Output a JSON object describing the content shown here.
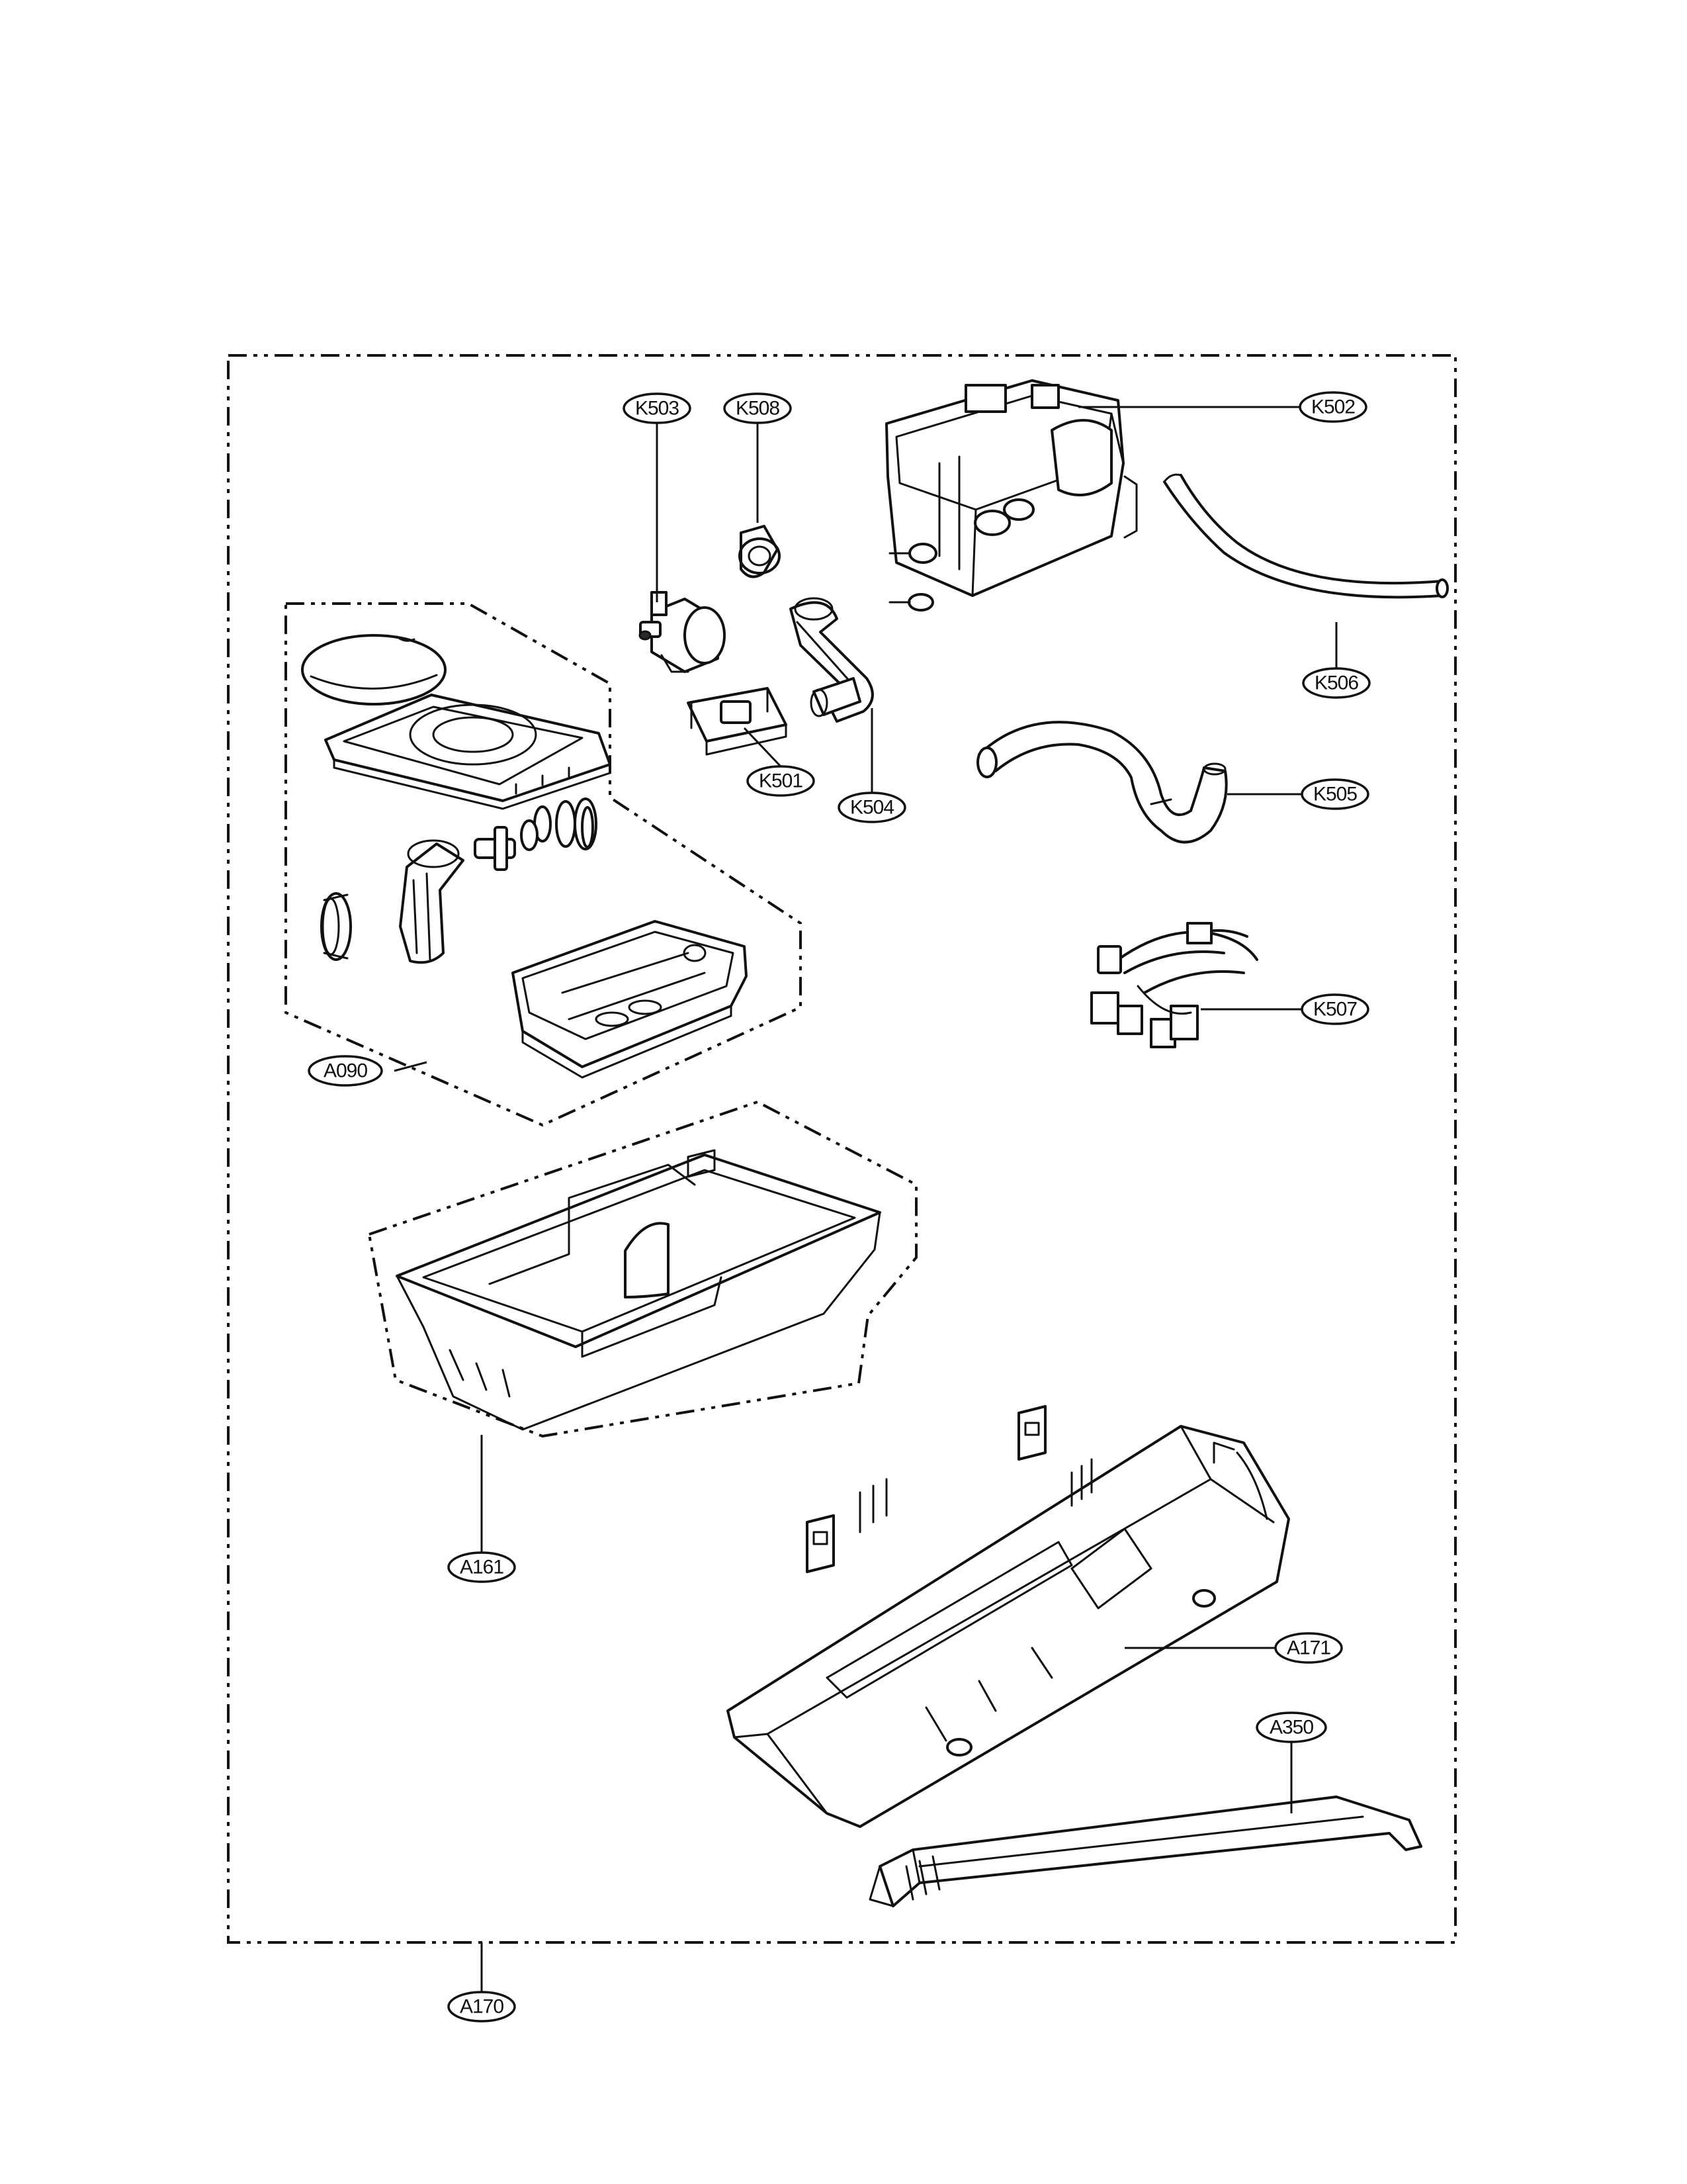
{
  "callouts": {
    "k503": "K503",
    "k508": "K508",
    "k502": "K502",
    "k506": "K506",
    "k501": "K501",
    "k504": "K504",
    "k505": "K505",
    "k507": "K507",
    "a090": "A090",
    "a161": "A161",
    "a171": "A171",
    "a350": "A350",
    "a170": "A170"
  }
}
